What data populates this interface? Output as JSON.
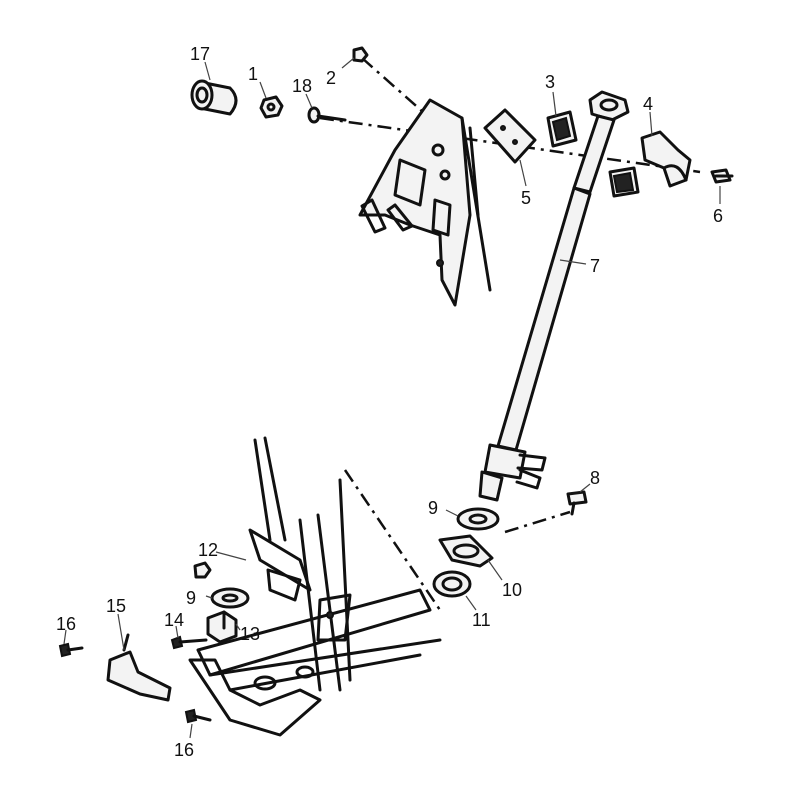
{
  "callouts": {
    "c1": "1",
    "c2": "2",
    "c3": "3",
    "c4": "4",
    "c5": "5",
    "c6": "6",
    "c7": "7",
    "c8": "8",
    "c9a": "9",
    "c9b": "9",
    "c10": "10",
    "c11": "11",
    "c12": "12",
    "c13": "13",
    "c14": "14",
    "c15": "15",
    "c16a": "16",
    "c16b": "16",
    "c17": "17",
    "c18": "18"
  }
}
